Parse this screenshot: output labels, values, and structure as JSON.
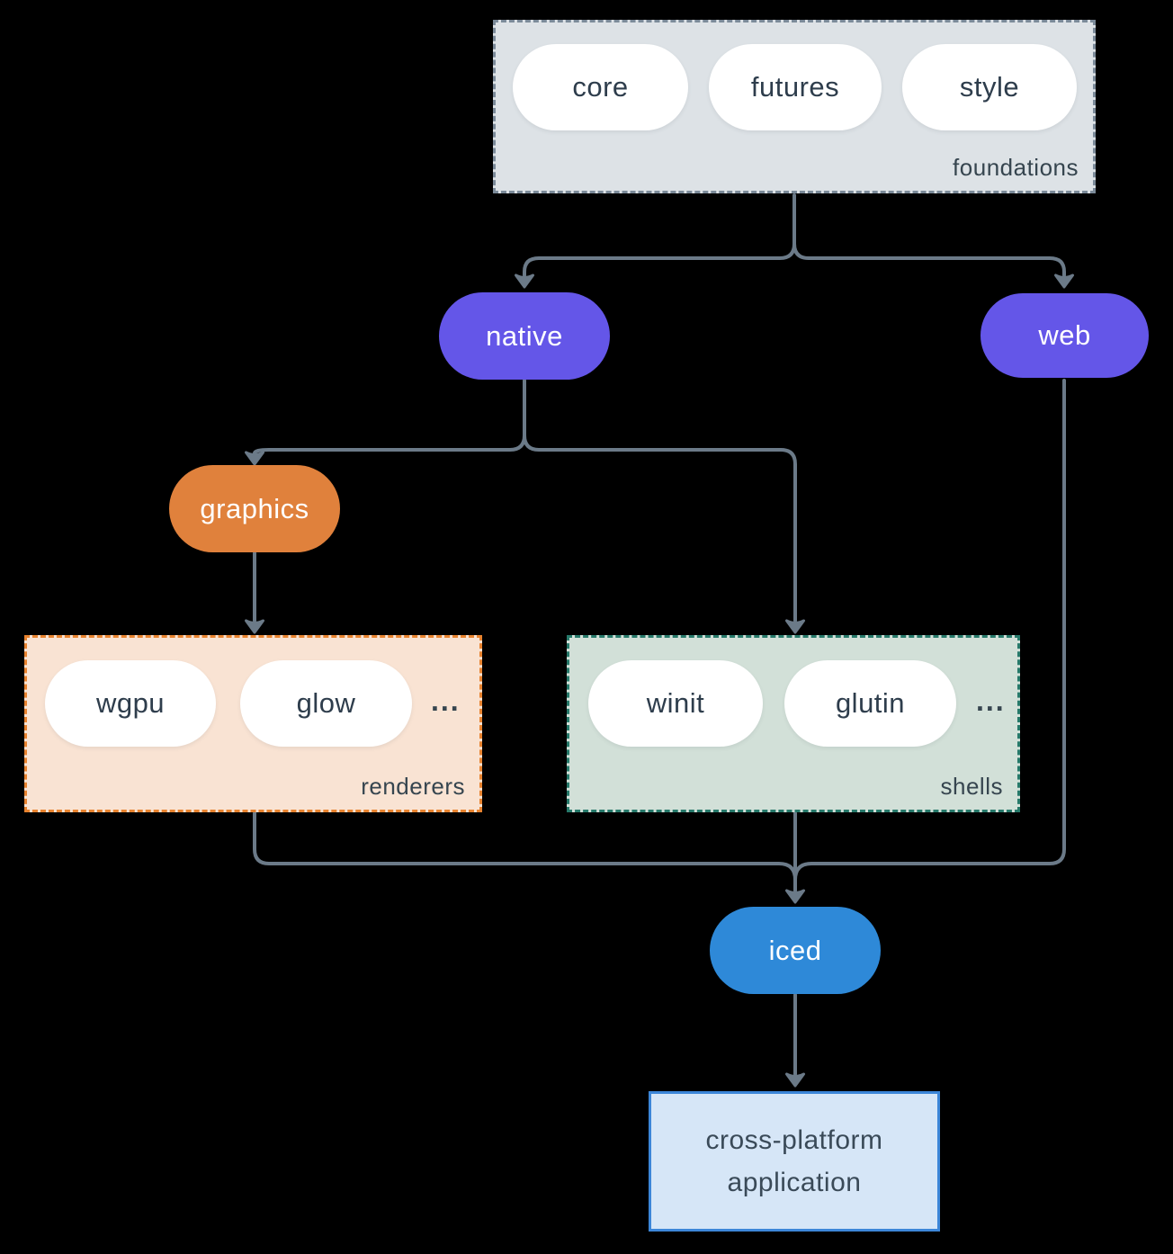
{
  "groups": {
    "foundations": {
      "label": "foundations",
      "pills": [
        "core",
        "futures",
        "style"
      ]
    },
    "renderers": {
      "label": "renderers",
      "pills": [
        "wgpu",
        "glow"
      ],
      "ellipsis": "..."
    },
    "shells": {
      "label": "shells",
      "pills": [
        "winit",
        "glutin"
      ],
      "ellipsis": "..."
    }
  },
  "nodes": {
    "native": "native",
    "web": "web",
    "graphics": "graphics",
    "iced": "iced",
    "application": "cross-platform application"
  },
  "colors": {
    "background": "#000000",
    "connector": "#6b7a88",
    "node_purple": "#6456e8",
    "node_orange": "#e0813c",
    "node_blue": "#2e89d8",
    "pill_background": "#ffffff",
    "pill_text": "#2e3d4c",
    "label_text": "#36454f",
    "foundations_bg": "#dde2e6",
    "foundations_border": "#7b8a99",
    "renderers_bg": "#f9e3d3",
    "renderers_border": "#e8832f",
    "shells_bg": "#d2e0d8",
    "shells_border": "#26796a",
    "application_bg": "#d6e6f7",
    "application_border": "#3c86d8"
  }
}
